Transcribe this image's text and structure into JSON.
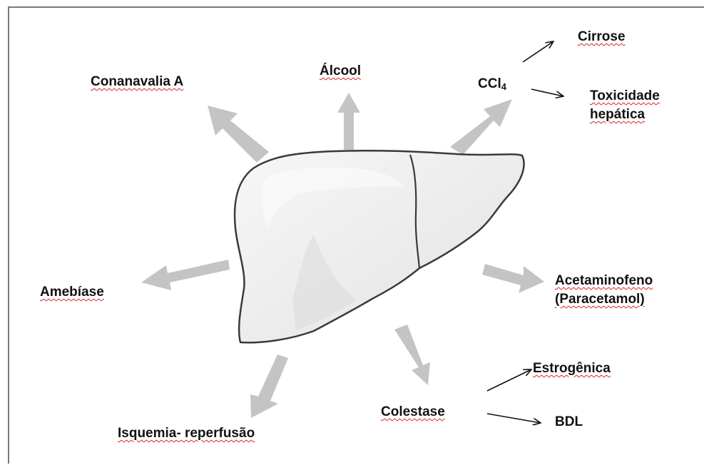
{
  "labels": {
    "conanavalia": "Conanavalia A",
    "alcool": "Álcool",
    "ccl4_main": "CCl",
    "ccl4_sub": "4",
    "cirrose": "Cirrose",
    "toxicidade_line1": "Toxicidade",
    "toxicidade_line2": "hepática",
    "amebiase": "Amebíase",
    "acetaminofeno_line1": "Acetaminofeno",
    "acetaminofeno_line2": "(Paracetamol)",
    "colestase": "Colestase",
    "estrogenica": "Estrogênica",
    "bdl": "BDL",
    "isquemia": "Isquemia- reperfusão"
  },
  "colors": {
    "frame": "#7a7a7a",
    "liver_fill": "#ececec",
    "liver_stroke": "#3a3a3a",
    "arrow_gray": "#c4c4c4",
    "text": "#111111",
    "spell_underline": "#dd2222"
  }
}
